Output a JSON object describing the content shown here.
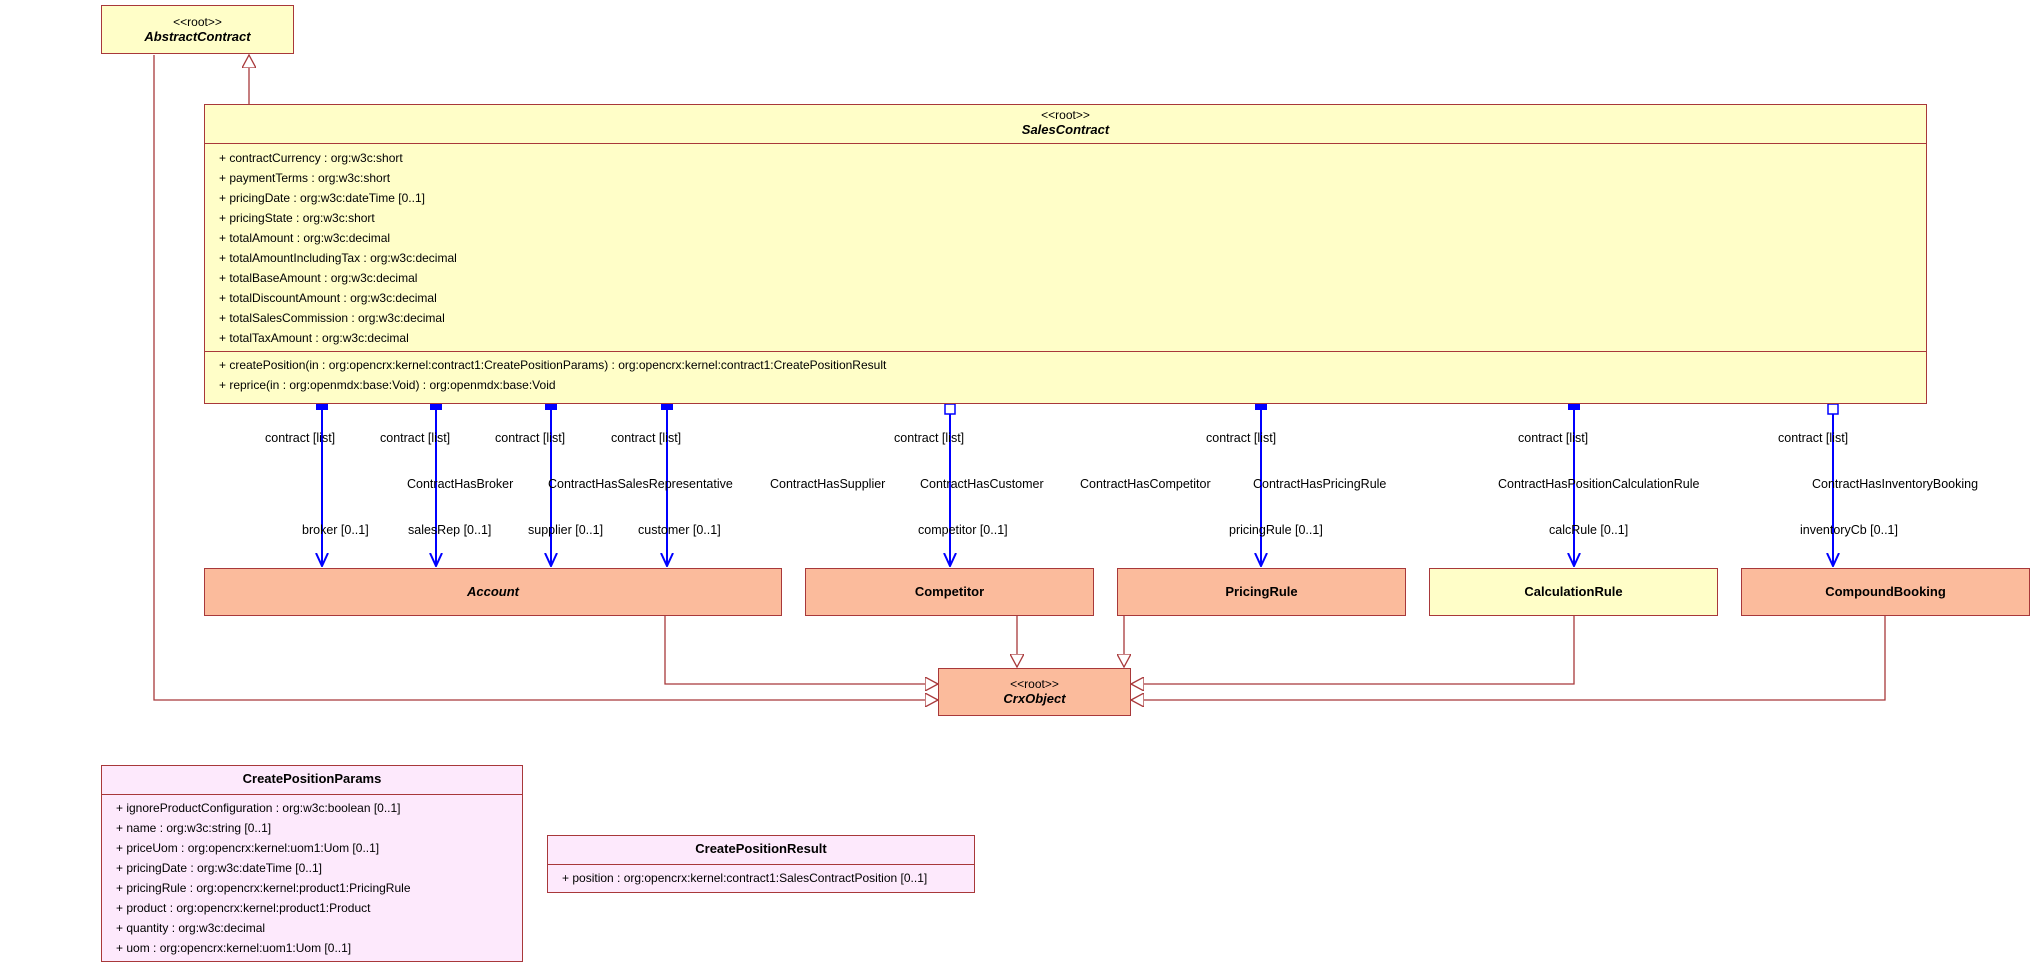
{
  "classes": {
    "abstract_contract": {
      "stereotype": "<<root>>",
      "name": "AbstractContract"
    },
    "sales_contract": {
      "stereotype": "<<root>>",
      "name": "SalesContract",
      "attributes": [
        "+ contractCurrency : org:w3c:short",
        "+ paymentTerms : org:w3c:short",
        "+ pricingDate : org:w3c:dateTime [0..1]",
        "+ pricingState : org:w3c:short",
        "+ totalAmount : org:w3c:decimal",
        "+ totalAmountIncludingTax : org:w3c:decimal",
        "+ totalBaseAmount : org:w3c:decimal",
        "+ totalDiscountAmount : org:w3c:decimal",
        "+ totalSalesCommission : org:w3c:decimal",
        "+ totalTaxAmount : org:w3c:decimal"
      ],
      "operations": [
        "+ createPosition(in : org:opencrx:kernel:contract1:CreatePositionParams) : org:opencrx:kernel:contract1:CreatePositionResult",
        "+ reprice(in : org:openmdx:base:Void) : org:openmdx:base:Void"
      ]
    },
    "account": {
      "name": "Account"
    },
    "competitor": {
      "name": "Competitor"
    },
    "pricing_rule": {
      "name": "PricingRule"
    },
    "calculation_rule": {
      "name": "CalculationRule"
    },
    "compound_booking": {
      "name": "CompoundBooking"
    },
    "crx_object": {
      "stereotype": "<<root>>",
      "name": "CrxObject"
    },
    "create_position_params": {
      "name": "CreatePositionParams",
      "attributes": [
        "+ ignoreProductConfiguration : org:w3c:boolean [0..1]",
        "+ name : org:w3c:string [0..1]",
        "+ priceUom : org:opencrx:kernel:uom1:Uom [0..1]",
        "+ pricingDate : org:w3c:dateTime [0..1]",
        "+ pricingRule : org:opencrx:kernel:product1:PricingRule",
        "+ product : org:opencrx:kernel:product1:Product",
        "+ quantity : org:w3c:decimal",
        "+ uom : org:opencrx:kernel:uom1:Uom [0..1]"
      ]
    },
    "create_position_result": {
      "name": "CreatePositionResult",
      "attributes": [
        "+ position : org:opencrx:kernel:contract1:SalesContractPosition [0..1]"
      ]
    }
  },
  "associations": [
    {
      "name": "",
      "source_role": "contract [list]",
      "target_role": "broker [0..1]"
    },
    {
      "name": "ContractHasBroker",
      "source_role": "contract [list]",
      "target_role": "salesRep [0..1]"
    },
    {
      "name": "ContractHasSalesRepresentative",
      "source_role": "contract [list]",
      "target_role": "supplier [0..1]"
    },
    {
      "name": "ContractHasSupplier",
      "source_role": "contract [list]",
      "target_role": "customer [0..1]"
    },
    {
      "name": "ContractHasCustomer",
      "source_role": "contract [list]",
      "target_role": "competitor [0..1]"
    },
    {
      "name": "ContractHasCompetitor",
      "source_role": "",
      "target_role": ""
    },
    {
      "name": "ContractHasPricingRule",
      "source_role": "contract [list]",
      "target_role": "pricingRule [0..1]"
    },
    {
      "name": "ContractHasPositionCalculationRule",
      "source_role": "contract [list]",
      "target_role": "calcRule [0..1]"
    },
    {
      "name": "ContractHasInventoryBooking",
      "source_role": "contract [list]",
      "target_role": "inventoryCb [0..1]"
    }
  ],
  "colors": {
    "border": "#a8383a",
    "association": "#0000ff",
    "root_fill": "#fffec8",
    "entity_fill": "#fbbb9c",
    "struct_fill": "#fde9fc"
  }
}
